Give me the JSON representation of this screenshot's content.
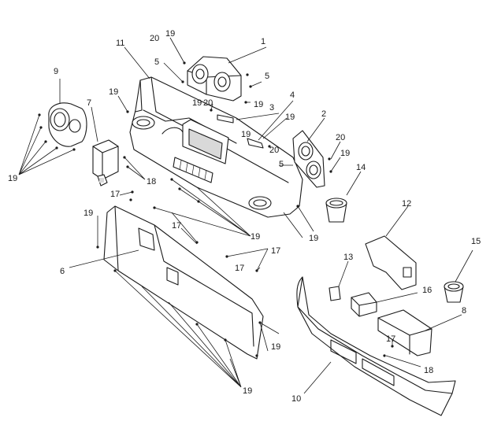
{
  "callouts": [
    {
      "id": "c1",
      "text": "1"
    },
    {
      "id": "c2",
      "text": "2"
    },
    {
      "id": "c3",
      "text": "3"
    },
    {
      "id": "c4",
      "text": "4"
    },
    {
      "id": "c5a",
      "text": "5"
    },
    {
      "id": "c5b",
      "text": "5"
    },
    {
      "id": "c5c",
      "text": "5"
    },
    {
      "id": "c6",
      "text": "6"
    },
    {
      "id": "c7",
      "text": "7"
    },
    {
      "id": "c8",
      "text": "8"
    },
    {
      "id": "c9",
      "text": "9"
    },
    {
      "id": "c10",
      "text": "10"
    },
    {
      "id": "c11",
      "text": "11"
    },
    {
      "id": "c12",
      "text": "12"
    },
    {
      "id": "c13",
      "text": "13"
    },
    {
      "id": "c14",
      "text": "14"
    },
    {
      "id": "c15",
      "text": "15"
    },
    {
      "id": "c16",
      "text": "16"
    },
    {
      "id": "c17a",
      "text": "17"
    },
    {
      "id": "c17b",
      "text": "17"
    },
    {
      "id": "c17c",
      "text": "17"
    },
    {
      "id": "c17d",
      "text": "17"
    },
    {
      "id": "c17e",
      "text": "17"
    },
    {
      "id": "c18a",
      "text": "18"
    },
    {
      "id": "c18b",
      "text": "18"
    },
    {
      "id": "c19a",
      "text": "19"
    },
    {
      "id": "c19b",
      "text": "19"
    },
    {
      "id": "c19c",
      "text": "19"
    },
    {
      "id": "c19d",
      "text": "19"
    },
    {
      "id": "c19e",
      "text": "19"
    },
    {
      "id": "c19f",
      "text": "19"
    },
    {
      "id": "c19g",
      "text": "19"
    },
    {
      "id": "c19h",
      "text": "19"
    },
    {
      "id": "c19i",
      "text": "19"
    },
    {
      "id": "c19j",
      "text": "19"
    },
    {
      "id": "c19k",
      "text": "19"
    },
    {
      "id": "c19l",
      "text": "19"
    },
    {
      "id": "c19m",
      "text": "19"
    },
    {
      "id": "c20a",
      "text": "20"
    },
    {
      "id": "c20b",
      "text": "20"
    },
    {
      "id": "c20c",
      "text": "20"
    },
    {
      "id": "c20d",
      "text": "20"
    }
  ]
}
